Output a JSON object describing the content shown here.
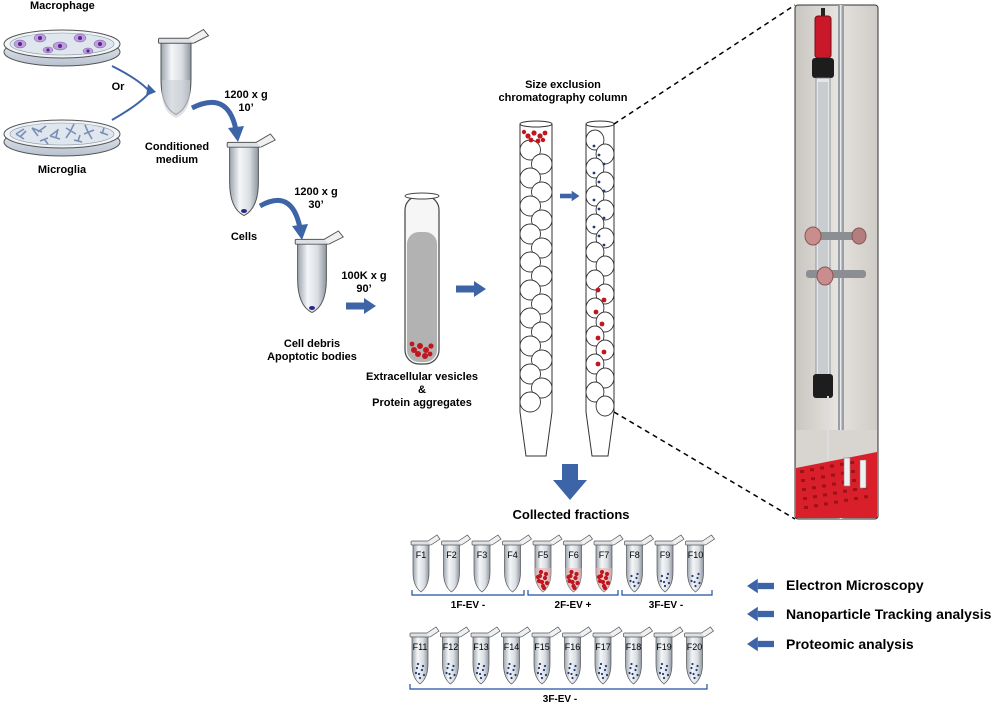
{
  "labels": {
    "macrophage": "Macrophage",
    "or": "Or",
    "microglia": "Microglia",
    "conditioned_medium": "Conditioned\nmedium",
    "spin1": "1200 x g\n10’",
    "cells": "Cells",
    "spin2": "1200 x g\n30’",
    "cell_debris": "Cell debris\nApoptotic bodies",
    "spin3": "100K x g\n90’",
    "ev_protein": "Extracellular vesicles\n&\nProtein aggregates",
    "sec_column": "Size exclusion\nchromatography column",
    "collected_fractions": "Collected fractions"
  },
  "fractions_row1": [
    "F1",
    "F2",
    "F3",
    "F4",
    "F5",
    "F6",
    "F7",
    "F8",
    "F9",
    "F10"
  ],
  "fractions_row2": [
    "F11",
    "F12",
    "F13",
    "F14",
    "F15",
    "F16",
    "F17",
    "F18",
    "F19",
    "F20"
  ],
  "groups": {
    "g1": "1F-EV -",
    "g2": "2F-EV +",
    "g3": "3F-EV -",
    "g4": "3F-EV -"
  },
  "analyses": [
    "Electron Microscopy",
    "Nanoparticle Tracking analysis",
    "Proteomic analysis"
  ],
  "colors": {
    "arrow": "#3e64a8",
    "vesicle_red": "#c0161e",
    "cell_purple": "#6a1b9a",
    "microglia_blue": "#7a8fb8",
    "dots_dark": "#243a78"
  }
}
